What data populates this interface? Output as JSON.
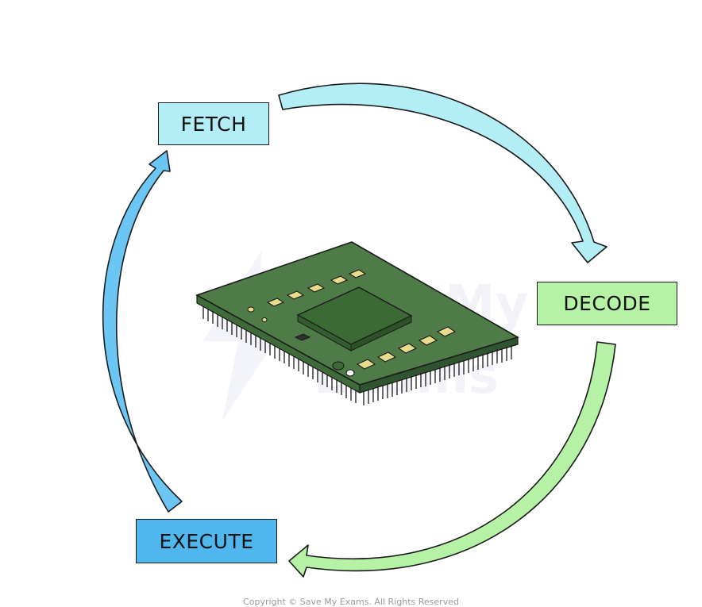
{
  "stages": {
    "fetch": {
      "label": "FETCH",
      "color": "#b3eef7"
    },
    "decode": {
      "label": "DECODE",
      "color": "#b6f2a6"
    },
    "execute": {
      "label": "EXECUTE",
      "color": "#4fb6ee"
    }
  },
  "arrow_colors": {
    "fetch_to_decode": "#b3eef7",
    "decode_to_execute": "#b6f2a6",
    "execute_to_fetch": "#6cc6f4"
  },
  "watermark": {
    "text": "Save My Exams"
  },
  "copyright": "Copyright © Save My Exams. All Rights Reserved"
}
